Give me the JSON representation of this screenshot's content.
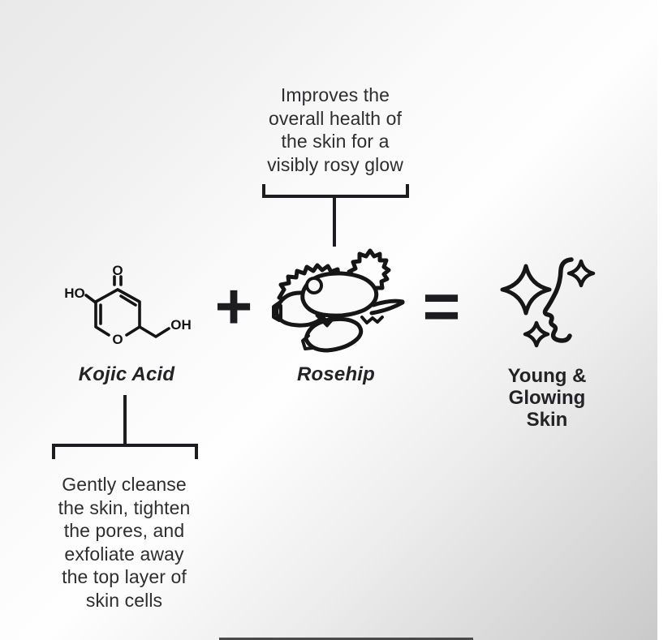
{
  "equation": {
    "plus": "+",
    "equals": "=",
    "kojic": {
      "label": "Kojic Acid",
      "icon": "kojic-acid-molecule-icon",
      "annotation": "Gently cleanse\nthe skin, tighten\nthe pores, and\nexfoliate away\nthe top layer of\nskin cells",
      "atoms": {
        "ho": "HO",
        "carbonyl_o": "O",
        "ring_o": "O",
        "oh": "OH"
      }
    },
    "rosehip": {
      "label": "Rosehip",
      "icon": "rosehip-illustration-icon",
      "annotation": "Improves the\noverall health of\nthe skin for a\nvisibly rosy glow"
    },
    "result": {
      "label": "Young &\nGlowing\nSkin",
      "icon": "sparkles-face-icon"
    }
  },
  "colors": {
    "ink": "#1d1d1f",
    "text": "#2e2e30",
    "background_light": "#ffffff",
    "background_dark": "#c8c8c8"
  }
}
